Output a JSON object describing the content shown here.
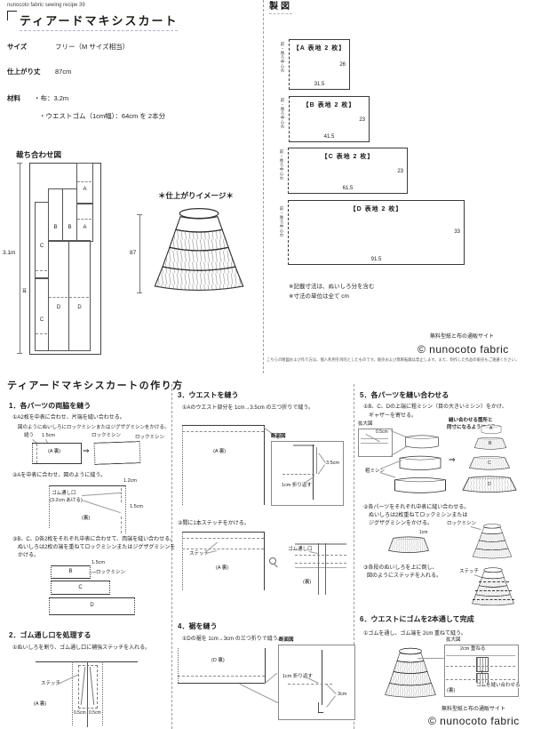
{
  "icons": {
    "arrow_right": "⇒"
  },
  "header": {
    "recipe_label": "nunocoto fabric sewing recipe 39",
    "title": "ティアードマキシスカート"
  },
  "specs": {
    "size_label": "サイズ",
    "size_value": "フリー（M サイズ相当）",
    "finished_length_label": "仕上がり丈",
    "finished_length_value": "87cm",
    "materials_label": "材料",
    "material_1": "・布：3.2m",
    "material_2": "・ウエストゴム（1cm幅）：64cm を 2本分"
  },
  "cutting": {
    "heading": "裁ち合わせ図",
    "fabric_length": "3.1m",
    "selvedge": "耳",
    "piece_a": "A",
    "piece_b": "B",
    "piece_c": "C",
    "piece_d": "D"
  },
  "finished_image": {
    "heading": "＊仕上がりイメージ＊",
    "length": "87"
  },
  "drafting": {
    "heading": "製図",
    "fold_label": "前・後ろ中心わ",
    "boxes": [
      {
        "label": "【A 表地 2 枚】",
        "height": "26",
        "width": "31.5"
      },
      {
        "label": "【B 表地 2 枚】",
        "height": "23",
        "width": "41.5"
      },
      {
        "label": "【C 表地 2 枚】",
        "height": "23",
        "width": "61.5"
      },
      {
        "label": "【D 表地 2 枚】",
        "height": "33",
        "width": "91.5"
      }
    ],
    "note_1": "※記載寸法は、ぬいしろ分を含む",
    "note_2": "※寸法の単位は全て cm",
    "site_label": "無料型紙と布の通販サイト",
    "brand": "© nunocoto fabric",
    "disclaimer": "こちらの製図および作り方は、個人利用を目的としたものです。販売および無断転載は禁止します。また、制作した作品の販売もご遠慮ください。"
  },
  "howto": {
    "heading": "ティアードマキシスカートの作り方",
    "step1": {
      "heading": "1．各パーツの両脇を縫う",
      "p1a": "①A2枚を中表に合わせ、片端を縫い合わせる。",
      "p1b": "図のようにぬいしろにロックミシンまたはジグザグミシンをかける。",
      "lbl_sew": "縫う",
      "lbl_15": "1.5cm",
      "lbl_a_ura": "(A 裏)",
      "lbl_lock1": "ロックミシン",
      "lbl_lock2": "ロックミシン",
      "p2": "②Aを中表に合わせ、図のように縫う。",
      "lbl_12": "1.2cm",
      "lbl_opening": "ゴム通し口",
      "lbl_opening2": "(3.2cm あける)",
      "lbl_15b": "1.5cm",
      "lbl_ura": "(裏)",
      "p3a": "③B、C、D各2枚をそれぞれ中表に合わせて、両端を縫い合わせる。",
      "p3b": "ぬいしろは2枚の端を重ねてロックミシンまたはジグザグミシンを",
      "p3c": "かける。",
      "lbl_15c": "1.5cm",
      "lbl_lock3": "ロックミシン",
      "lbl_b": "B",
      "lbl_c": "C",
      "lbl_d": "D"
    },
    "step2": {
      "heading": "2．ゴム通し口を処理する",
      "p1": "①ぬいしろを割り、ゴム通し口に補強ステッチを入れる。",
      "lbl_stitch": "ステッチ",
      "lbl_a_ura": "(A 裏)",
      "lbl_05a": "0.5cm",
      "lbl_05b": "0.5cm"
    },
    "step3": {
      "heading": "3．ウエストを縫う",
      "p1": "①Aのウエスト部分を 1cm→3.5cm の三つ折りで縫う。",
      "lbl_a_ura": "(A 裏)",
      "lbl_section": "断面図",
      "lbl_35": "3.5cm",
      "lbl_fold1": "1cm 折り返す",
      "p2": "②間に1本ステッチをかける。",
      "lbl_stitch": "ステッチ",
      "lbl_a_ura2": "(A 裏)",
      "lbl_opening": "ゴム通し口",
      "lbl_ura": "(裏)"
    },
    "step4": {
      "heading": "4．裾を縫う",
      "p1": "①Dの裾を 1cm→3cm の三つ折りで縫う。",
      "lbl_d_ura": "(D 裏)",
      "lbl_section": "断面図",
      "lbl_fold1": "1cm 折り返す",
      "lbl_3": "3cm"
    },
    "step5": {
      "heading": "5．各パーツを縫い合わせる",
      "p1a": "①B、C、Dの上端に粗ミシン（目の大きいミシン）をかけ、",
      "p1b": "ギャザーを寄せる。",
      "lbl_zoom": "拡大図",
      "lbl_05": "0.5cm",
      "lbl_rough": "粗ミシン",
      "lbl_match1": "縫い合わせる箇所と",
      "lbl_match2": "同寸になるようにする",
      "lbl_a": "A",
      "lbl_b": "B",
      "lbl_c": "C",
      "lbl_d": "D",
      "p2a": "②各パーツをそれぞれ中表に縫い合わせる。",
      "p2b": "ぬいしろは2枚重ねてロックミシンまたは",
      "p2c": "ジグザグミシンをかける。",
      "lbl_lock": "ロックミシン",
      "lbl_1cm": "1cm",
      "p3a": "③各段のぬいしろを上に倒し、",
      "p3b": "図のようにステッチを入れる。",
      "lbl_stitch": "ステッチ"
    },
    "step6": {
      "heading": "6．ウエストにゴムを2本通して完成",
      "p1": "①ゴムを通し、ゴム端を 2cm 重ねて縫う。",
      "lbl_zoom": "拡大図",
      "lbl_2cm": "2cm 重ねる",
      "lbl_join": "ゴムを縫い合わせる",
      "lbl_ura": "(裏)"
    }
  },
  "footer": {
    "site_label": "無料型紙と布の通販サイト",
    "brand": "© nunocoto fabric"
  }
}
